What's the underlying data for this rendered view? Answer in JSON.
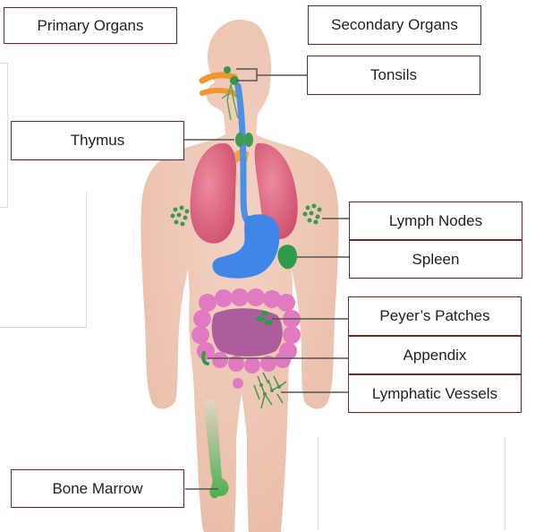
{
  "labels": {
    "primary_organs": "Primary Organs",
    "secondary_organs": "Secondary Organs",
    "tonsils": "Tonsils",
    "thymus": "Thymus",
    "lymph_nodes": "Lymph Nodes",
    "spleen": "Spleen",
    "peyers_patches": "Peyer’s Patches",
    "appendix": "Appendix",
    "lymphatic_vessels": "Lymphatic Vessels",
    "bone_marrow": "Bone Marrow"
  },
  "colors": {
    "body": "#efc9b8",
    "lungs": "#d85a78",
    "stomach": "#3f86e6",
    "intestines": "#e27ac2",
    "lymph_green": "#2f9a4a",
    "throat_orange": "#f0962e",
    "box_border": "#6b2a24"
  }
}
